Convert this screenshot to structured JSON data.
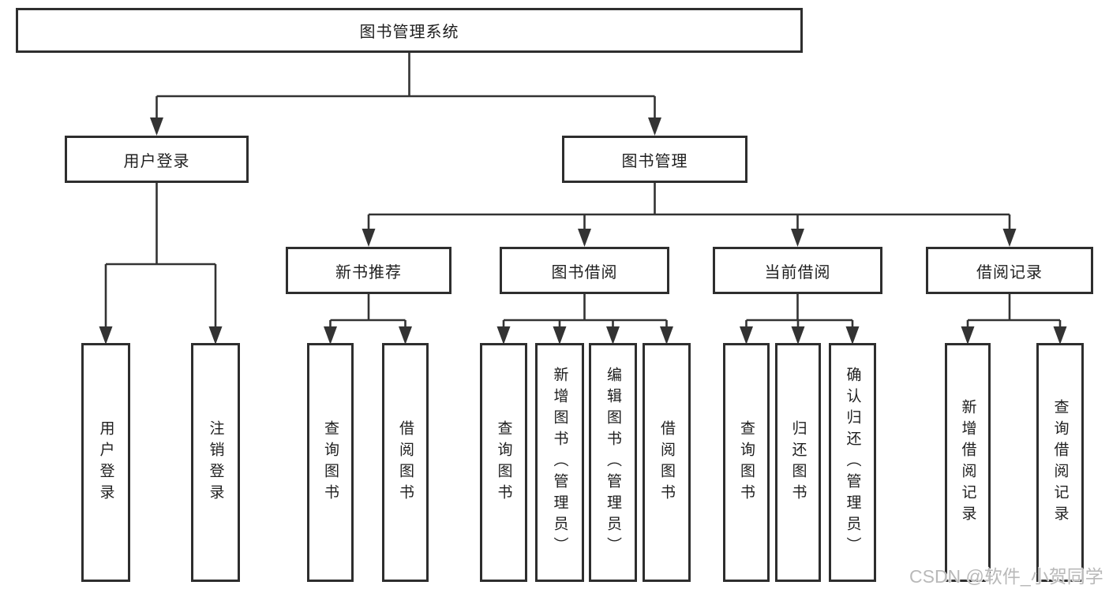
{
  "nodes": {
    "root": "图书管理系统",
    "user_login": "用户登录",
    "book_management": "图书管理",
    "new_book_recommend": "新书推荐",
    "book_borrowing": "图书借阅",
    "current_borrowing": "当前借阅",
    "borrowing_records": "借阅记录",
    "leaf_user_login": "用户登录",
    "leaf_logout": "注销登录",
    "leaf_nbr_query_books": "查询图书",
    "leaf_nbr_borrow_books": "借阅图书",
    "leaf_bb_query_books": "查询图书",
    "leaf_bb_add_books_admin": "新增图书（管理员）",
    "leaf_bb_edit_books_admin": "编辑图书（管理员）",
    "leaf_bb_borrow_books": "借阅图书",
    "leaf_cb_query_books": "查询图书",
    "leaf_cb_return_books": "归还图书",
    "leaf_cb_confirm_return_admin": "确认归还（管理员）",
    "leaf_br_add_record": "新增借阅记录",
    "leaf_br_query_record": "查询借阅记录"
  },
  "hierarchy": {
    "图书管理系统": {
      "用户登录": [
        "用户登录",
        "注销登录"
      ],
      "图书管理": {
        "新书推荐": [
          "查询图书",
          "借阅图书"
        ],
        "图书借阅": [
          "查询图书",
          "新增图书（管理员）",
          "编辑图书（管理员）",
          "借阅图书"
        ],
        "当前借阅": [
          "查询图书",
          "归还图书",
          "确认归还（管理员）"
        ],
        "借阅记录": [
          "新增借阅记录",
          "查询借阅记录"
        ]
      }
    }
  },
  "watermark": "CSDN @软件_小贺同学",
  "colors": {
    "line": "#333333",
    "box_border": "#2e2e2e",
    "text": "#1f1f1f",
    "background": "#ffffff",
    "watermark": "#b9b9b9"
  }
}
